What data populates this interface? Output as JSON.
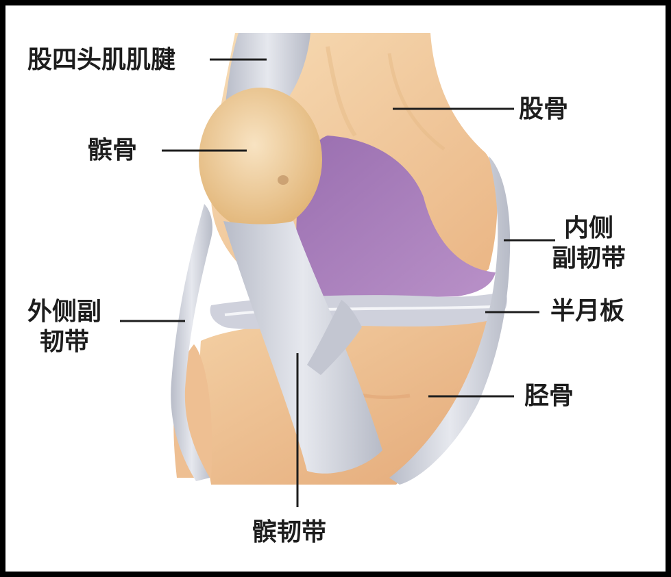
{
  "labels": {
    "quadriceps_tendon": "股四头肌肌腱",
    "femur": "股骨",
    "patella": "髌骨",
    "medial_collateral_ligament_1": "内侧",
    "medial_collateral_ligament_2": "副韧带",
    "lateral_collateral_ligament_1": "外侧副",
    "lateral_collateral_ligament_2": "韧带",
    "meniscus": "半月板",
    "tibia": "胫骨",
    "patellar_ligament": "髌韧带"
  },
  "colors": {
    "border": "#000000",
    "background": "#ffffff",
    "text": "#1d1d1d",
    "bone": "#f1c99b",
    "cartilage": "#a77cb8",
    "ligament": "#c9ccd6"
  }
}
